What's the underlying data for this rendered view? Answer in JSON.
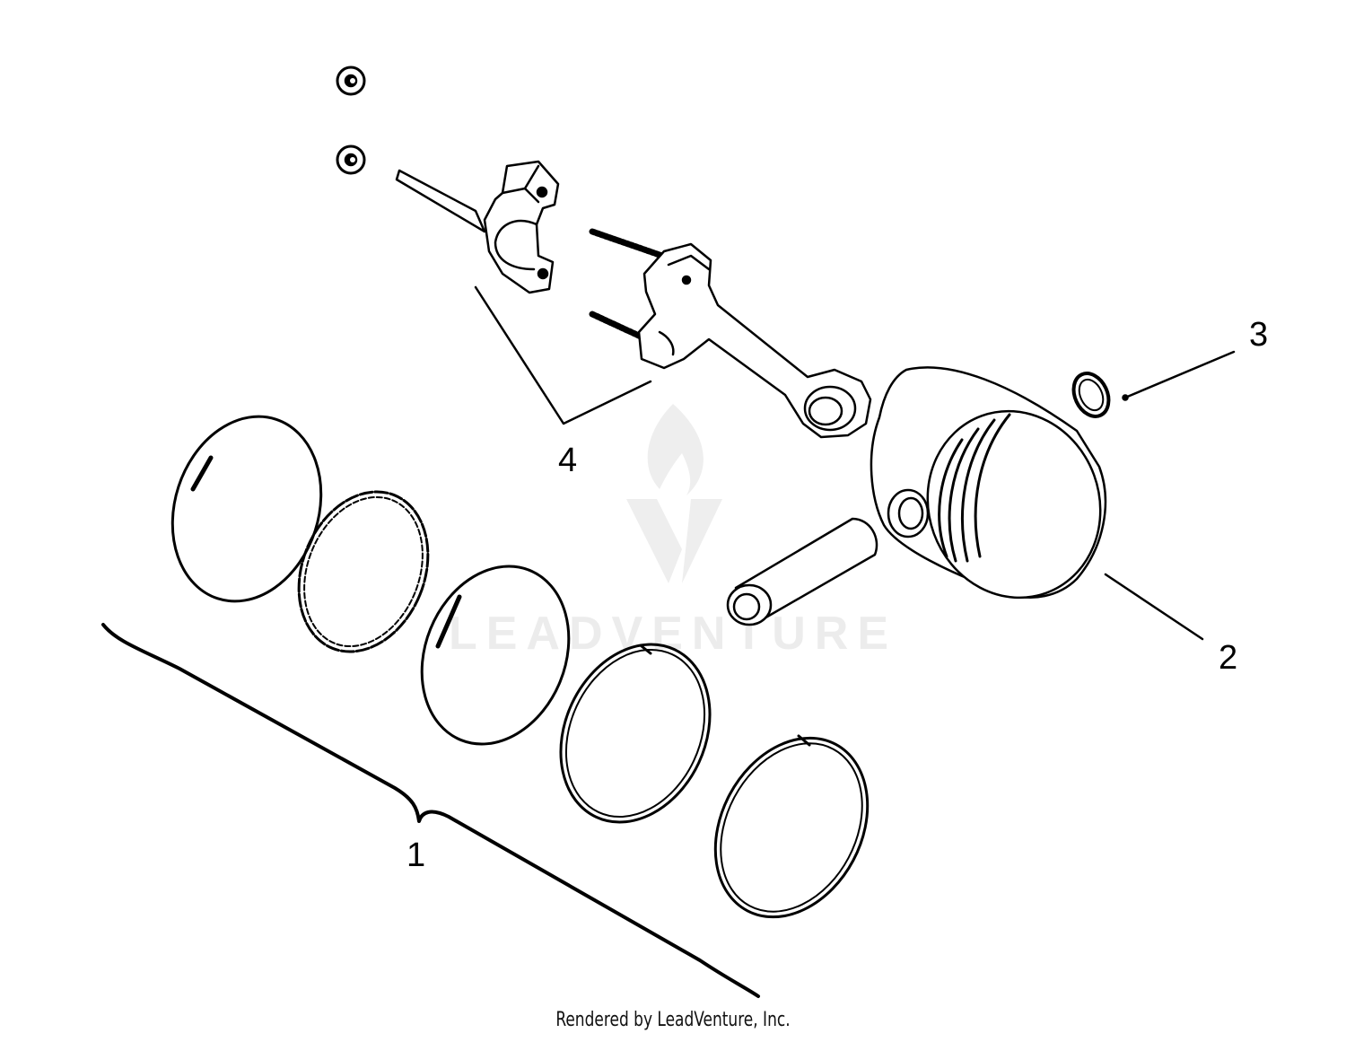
{
  "watermark": {
    "text": "LEADVENTURE",
    "color": "#ececec"
  },
  "callouts": [
    {
      "id": "1",
      "label": "1"
    },
    {
      "id": "2",
      "label": "2"
    },
    {
      "id": "3",
      "label": "3"
    },
    {
      "id": "4",
      "label": "4"
    }
  ],
  "footer": {
    "text": "Rendered by LeadVenture, Inc."
  },
  "colors": {
    "line": "#000000",
    "background": "#ffffff"
  }
}
